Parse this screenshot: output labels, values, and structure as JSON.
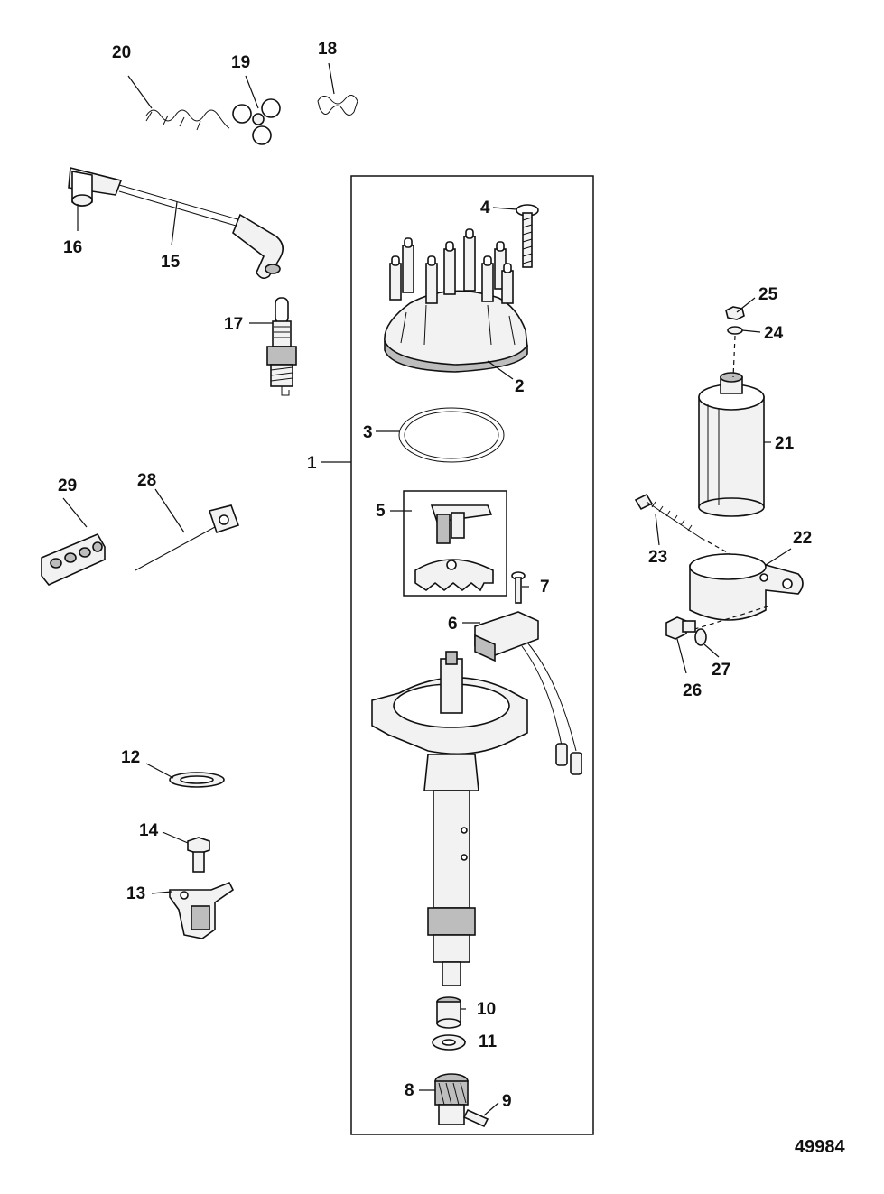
{
  "figure_number": "49984",
  "callouts": {
    "c1": "1",
    "c2": "2",
    "c3": "3",
    "c4": "4",
    "c5": "5",
    "c6": "6",
    "c7": "7",
    "c8": "8",
    "c9": "9",
    "c10": "10",
    "c11": "11",
    "c12": "12",
    "c13": "13",
    "c14": "14",
    "c15": "15",
    "c16": "16",
    "c17": "17",
    "c18": "18",
    "c19": "19",
    "c20": "20",
    "c21": "21",
    "c22": "22",
    "c23": "23",
    "c24": "24",
    "c25": "25",
    "c26": "26",
    "c27": "27",
    "c28": "28",
    "c29": "29"
  }
}
